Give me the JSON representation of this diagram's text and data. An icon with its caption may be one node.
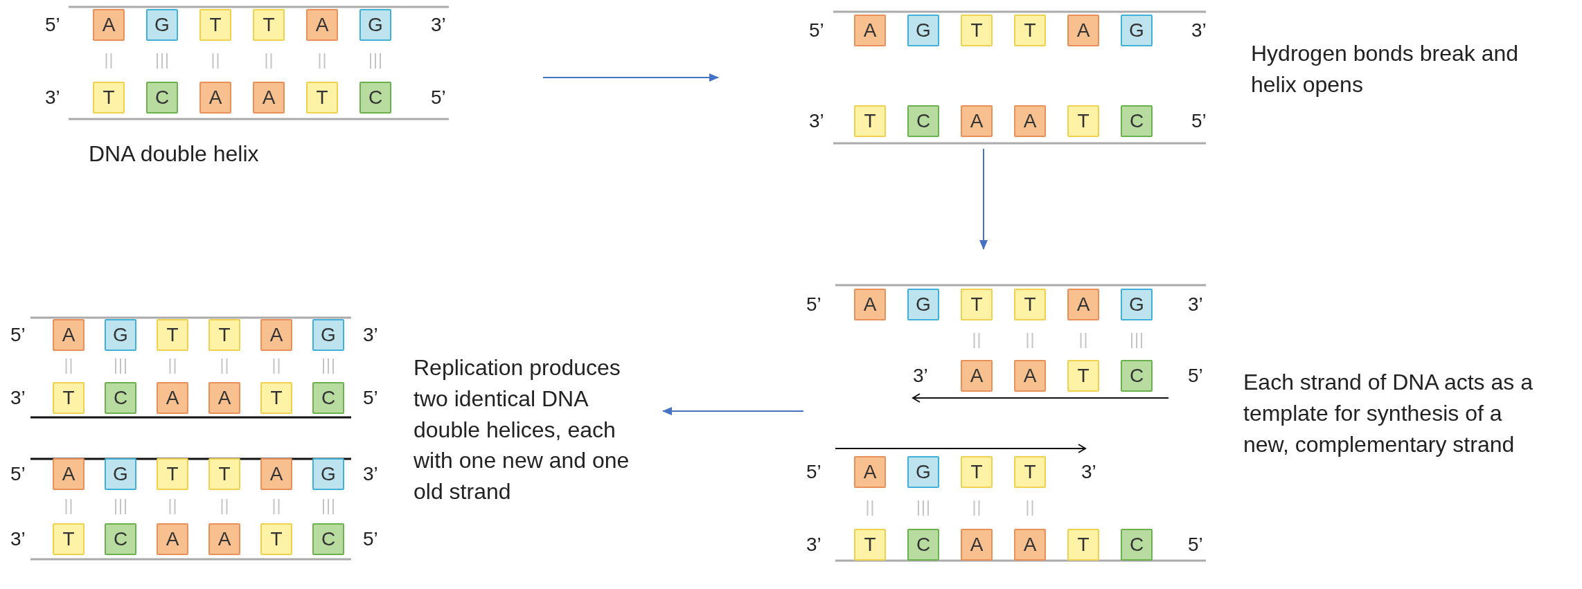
{
  "diagram": {
    "nodes": [
      {
        "text": [],
        "shape": "picture",
        "beside": [
          "DNA double helix"
        ]
      },
      {
        "text": [
          "A"
        ],
        "in": 0
      },
      {
        "text": [
          "G"
        ],
        "in": 0
      },
      {
        "text": [
          "T"
        ],
        "in": 0
      },
      {
        "text": [
          "T"
        ],
        "in": 0
      },
      {
        "text": [
          "A"
        ],
        "in": 0
      },
      {
        "text": [
          "G"
        ],
        "in": 0
      },
      {
        "text": [
          "T"
        ],
        "in": 0
      },
      {
        "text": [
          "C"
        ],
        "in": 0
      },
      {
        "text": [
          "A"
        ],
        "in": 0
      },
      {
        "text": [
          "A"
        ],
        "in": 0
      },
      {
        "text": [
          "T"
        ],
        "in": 0
      },
      {
        "text": [
          "C"
        ],
        "in": 0
      },
      {
        "text": [],
        "shape": "picture",
        "beside": [
          "Hydrogen bonds break and helix opens"
        ]
      },
      {
        "text": [
          "A"
        ],
        "in": 13
      },
      {
        "text": [
          "G"
        ],
        "in": 13
      },
      {
        "text": [
          "T"
        ],
        "in": 13
      },
      {
        "text": [
          "T"
        ],
        "in": 13
      },
      {
        "text": [
          "A"
        ],
        "in": 13
      },
      {
        "text": [
          "G"
        ],
        "in": 13
      },
      {
        "text": [
          "T"
        ],
        "in": 13
      },
      {
        "text": [
          "C"
        ],
        "in": 13
      },
      {
        "text": [
          "A"
        ],
        "in": 13
      },
      {
        "text": [
          "A"
        ],
        "in": 13
      },
      {
        "text": [
          "T"
        ],
        "in": 13
      },
      {
        "text": [
          "C"
        ],
        "in": 13
      },
      {
        "text": [],
        "shape": "picture",
        "beside": [
          "Each strand of DNA acts as a template for synthesis of a new, complementary strand"
        ]
      },
      {
        "text": [
          "A"
        ],
        "in": 26
      },
      {
        "text": [
          "G"
        ],
        "in": 26
      },
      {
        "text": [
          "T"
        ],
        "in": 26
      },
      {
        "text": [
          "T"
        ],
        "in": 26
      },
      {
        "text": [
          "A"
        ],
        "in": 26
      },
      {
        "text": [
          "G"
        ],
        "in": 26
      },
      {
        "text": [
          "A"
        ],
        "in": 26
      },
      {
        "text": [
          "A"
        ],
        "in": 26
      },
      {
        "text": [
          "T"
        ],
        "in": 26
      },
      {
        "text": [
          "C"
        ],
        "in": 26
      },
      {
        "text": [
          "A"
        ],
        "in": 26
      },
      {
        "text": [
          "G"
        ],
        "in": 26
      },
      {
        "text": [
          "T"
        ],
        "in": 26
      },
      {
        "text": [
          "T"
        ],
        "in": 26
      },
      {
        "text": [
          "T"
        ],
        "in": 26
      },
      {
        "text": [
          "C"
        ],
        "in": 26
      },
      {
        "text": [
          "A"
        ],
        "in": 26
      },
      {
        "text": [
          "A"
        ],
        "in": 26
      },
      {
        "text": [
          "T"
        ],
        "in": 26
      },
      {
        "text": [
          "C"
        ],
        "in": 26
      },
      {
        "text": [],
        "shape": "picture",
        "beside": [
          "Replication produces two identical DNA double helices, each with one new and one old strand"
        ]
      },
      {
        "text": [
          "A"
        ],
        "in": 47
      },
      {
        "text": [
          "G"
        ],
        "in": 47
      },
      {
        "text": [
          "T"
        ],
        "in": 47
      },
      {
        "text": [
          "T"
        ],
        "in": 47
      },
      {
        "text": [
          "A"
        ],
        "in": 47
      },
      {
        "text": [
          "G"
        ],
        "in": 47
      },
      {
        "text": [
          "T"
        ],
        "in": 47
      },
      {
        "text": [
          "C"
        ],
        "in": 47
      },
      {
        "text": [
          "A"
        ],
        "in": 47
      },
      {
        "text": [
          "A"
        ],
        "in": 47
      },
      {
        "text": [
          "T"
        ],
        "in": 47
      },
      {
        "text": [
          "C"
        ],
        "in": 47
      },
      {
        "text": [
          "A"
        ],
        "in": 47
      },
      {
        "text": [
          "G"
        ],
        "in": 47
      },
      {
        "text": [
          "T"
        ],
        "in": 47
      },
      {
        "text": [
          "T"
        ],
        "in": 47
      },
      {
        "text": [
          "A"
        ],
        "in": 47
      },
      {
        "text": [
          "G"
        ],
        "in": 47
      },
      {
        "text": [
          "T"
        ],
        "in": 47
      },
      {
        "text": [
          "C"
        ],
        "in": 47
      },
      {
        "text": [
          "A"
        ],
        "in": 47
      },
      {
        "text": [
          "A"
        ],
        "in": 47
      },
      {
        "text": [
          "T"
        ],
        "in": 47
      },
      {
        "text": [
          "C"
        ],
        "in": 47
      }
    ],
    "edges": [
      {
        "from": 0,
        "to": 13,
        "arrow": "to"
      },
      {
        "from": 13,
        "to": 26,
        "arrow": "to"
      },
      {
        "from": 26,
        "to": 47,
        "arrow": "to"
      }
    ],
    "labels": [
      "5’",
      "3’",
      "3’",
      "5’",
      "5’",
      "3’",
      "3’",
      "5’",
      "5’",
      "3’",
      "3’",
      "5’",
      "5’",
      "3’",
      "3’",
      "5’",
      "5’",
      "3’",
      "3’",
      "5’",
      "5’",
      "3’",
      "3’",
      "5’"
    ]
  }
}
